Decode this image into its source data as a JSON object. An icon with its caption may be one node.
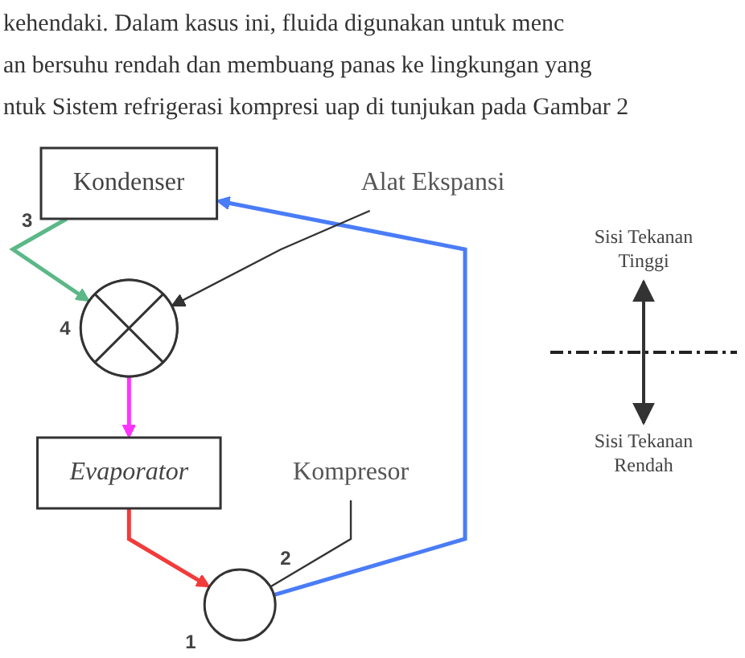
{
  "diagram": {
    "nodes": [
      {
        "text": [
          "Kondenser"
        ]
      },
      {
        "text": [
          "Alat Ekspansi"
        ]
      },
      {
        "text": [
          "Kompresor"
        ]
      },
      {
        "text": [],
        "shape": "circle"
      },
      {
        "text": [],
        "shape": "circle"
      },
      {
        "text": [
          "Evaporator"
        ]
      }
    ],
    "edges": [
      {
        "from": 4,
        "to": 0,
        "arrow": "to",
        "color": "#4a7cf7"
      },
      {
        "from": 0,
        "to": 3,
        "arrow": "to",
        "color": "#5cb887"
      },
      {
        "from": 3,
        "to": 5,
        "arrow": "to",
        "color": "#ff33ff"
      },
      {
        "from": 5,
        "to": 4,
        "arrow": "to",
        "color": "#f23b3b"
      },
      {
        "from": 1,
        "to": 3,
        "arrow": "to"
      },
      {
        "from": 2,
        "to": 4,
        "arrow": "none"
      }
    ],
    "labels": [
      "kehendaki. Dalam kasus ini, fluida digunakan untuk menc",
      "an bersuhu rendah dan membuang panas ke lingkungan yang",
      "ntuk Sistem refrigerasi kompresi uap di tunjukan pada Gambar 2",
      "2",
      "3",
      "Sisi Tekanan Tinggi",
      "4",
      "1",
      "Sisi Tekanan Rendah"
    ]
  }
}
